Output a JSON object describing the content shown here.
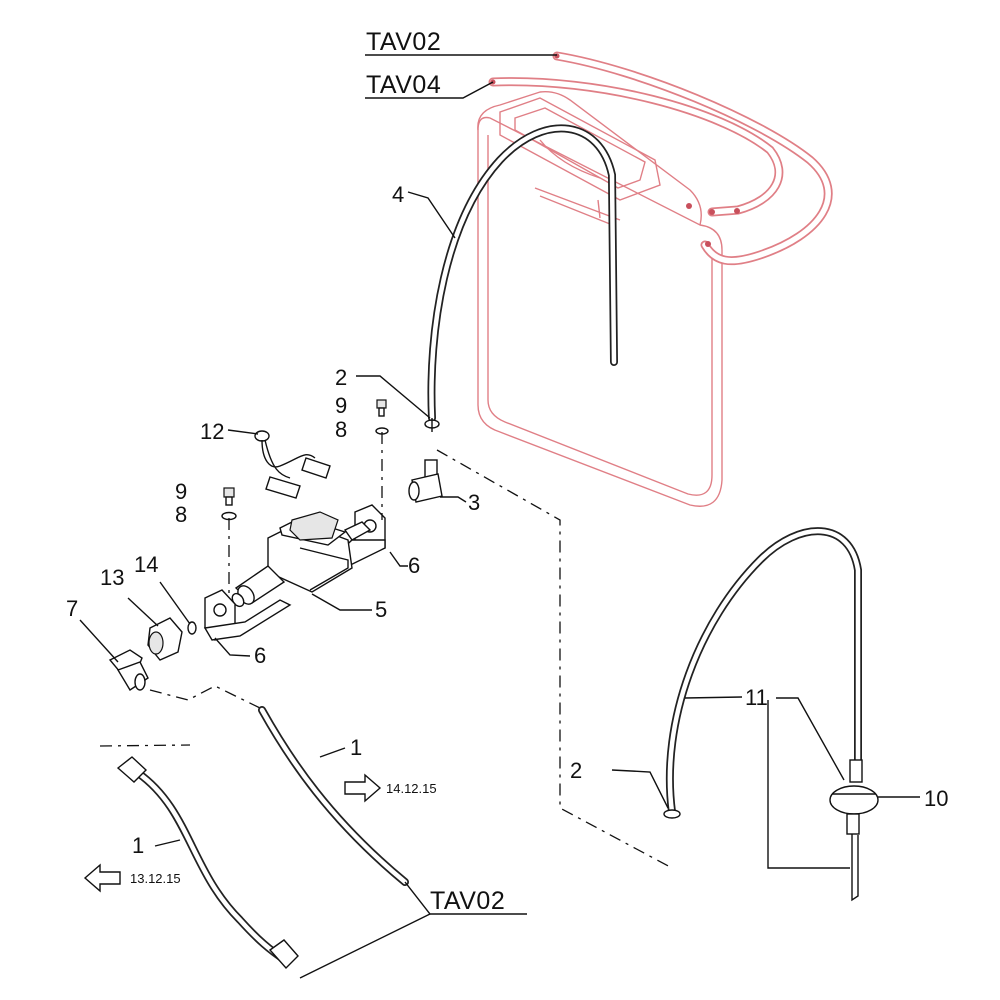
{
  "colors": {
    "reservoir_outline": "#e07f86",
    "line": "#111111",
    "background": "#ffffff"
  },
  "labels": {
    "tav02_top": "TAV02",
    "tav04": "TAV04",
    "tav02_bottom": "TAV02",
    "p1a": "1",
    "p1b": "1",
    "p2a": "2",
    "p2b": "2",
    "p3": "3",
    "p4": "4",
    "p5": "5",
    "p6a": "6",
    "p6b": "6",
    "p7": "7",
    "p8a": "8",
    "p8b": "8",
    "p9a": "9",
    "p9b": "9",
    "p10": "10",
    "p11": "11",
    "p12": "12",
    "p13": "13",
    "p14": "14"
  },
  "references": {
    "ref_right": "14.12.15",
    "ref_left": "13.12.15"
  },
  "icons": {
    "ref_arrow": "arrow-right-outline-icon",
    "ref_arrow_left": "arrow-left-outline-icon"
  }
}
